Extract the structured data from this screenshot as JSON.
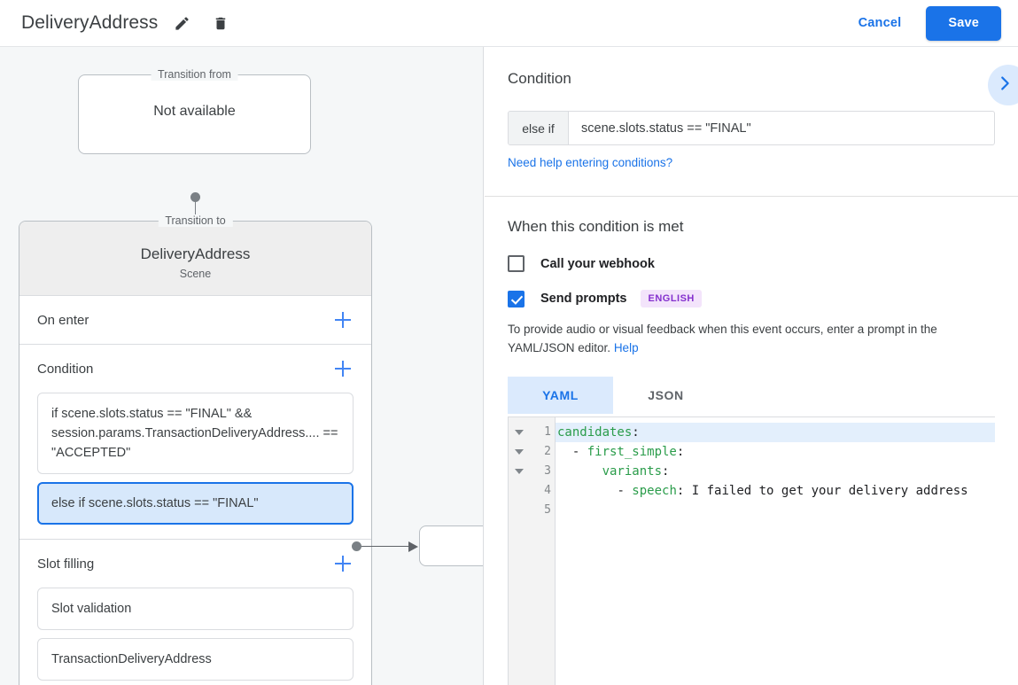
{
  "topbar": {
    "title": "DeliveryAddress",
    "edit_icon": "pencil-icon",
    "delete_icon": "trash-icon",
    "cancel_label": "Cancel",
    "save_label": "Save",
    "accent_color": "#1a73e8"
  },
  "graph": {
    "transition_from": {
      "legend": "Transition from",
      "value": "Not available"
    },
    "transition_to": {
      "legend": "Transition to",
      "name": "DeliveryAddress",
      "subtitle": "Scene"
    },
    "sections": [
      {
        "title": "On enter",
        "add_label": "+",
        "items": []
      },
      {
        "title": "Condition",
        "add_label": "+",
        "items": [
          {
            "text": "if scene.slots.status == \"FINAL\" && session.params.TransactionDeliveryAddress.... == \"ACCEPTED\"",
            "selected": false
          },
          {
            "text": "else if scene.slots.status == \"FINAL\"",
            "selected": true
          }
        ]
      },
      {
        "title": "Slot filling",
        "add_label": "+",
        "items": [
          {
            "text": "Slot validation",
            "selected": false
          },
          {
            "text": "TransactionDeliveryAddress",
            "selected": false
          }
        ]
      }
    ]
  },
  "detail": {
    "condition": {
      "heading": "Condition",
      "operator": "else if",
      "expression": "scene.slots.status == \"FINAL\"",
      "expression_placeholder": "Enter a condition",
      "help_link": "Need help entering conditions?",
      "collapse_icon": "chevron-right-icon"
    },
    "when_met": {
      "heading": "When this condition is met",
      "webhook": {
        "label": "Call your webhook",
        "checked": false
      },
      "prompts": {
        "label": "Send prompts",
        "checked": true,
        "badge": "ENGLISH",
        "badge_bg": "#f3e4fb",
        "badge_color": "#8430ce"
      },
      "description": "To provide audio or visual feedback when this event occurs, enter a prompt in the YAML/JSON editor.",
      "description_help": "Help"
    },
    "editor": {
      "tabs": [
        {
          "label": "YAML",
          "active": true
        },
        {
          "label": "JSON",
          "active": false
        }
      ],
      "line_numbers": [
        "1",
        "2",
        "3",
        "4",
        "5"
      ],
      "lines": [
        {
          "indent": "",
          "key": "candidates",
          "punct": ":",
          "value": "",
          "dash": false,
          "active": true,
          "foldable": true
        },
        {
          "indent": "  ",
          "key": "first_simple",
          "punct": ":",
          "value": "",
          "dash": true,
          "active": false,
          "foldable": true
        },
        {
          "indent": "      ",
          "key": "variants",
          "punct": ":",
          "value": "",
          "dash": false,
          "active": false,
          "foldable": true
        },
        {
          "indent": "        ",
          "key": "speech",
          "punct": ":",
          "value": " I failed to get your delivery address",
          "dash": true,
          "active": false,
          "foldable": false
        },
        {
          "indent": "",
          "key": "",
          "punct": "",
          "value": "",
          "dash": false,
          "active": false,
          "foldable": false
        }
      ],
      "key_color": "#2a9c4a"
    }
  }
}
